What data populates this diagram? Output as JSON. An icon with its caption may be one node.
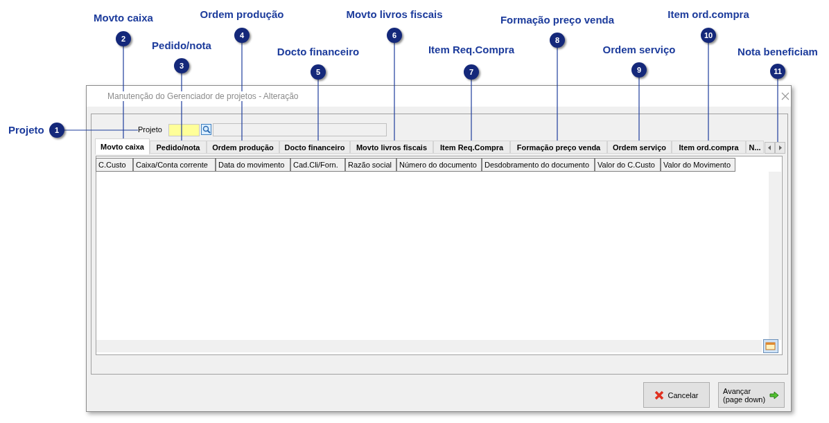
{
  "diagram": {
    "nodes": [
      {
        "text": [
          "Projeto",
          "1"
        ]
      },
      {
        "text": [
          "Movto caixa",
          "2"
        ]
      },
      {
        "text": [
          "Pedido/nota",
          "3"
        ]
      },
      {
        "text": [
          "Ordem produção",
          "4"
        ]
      },
      {
        "text": [
          "Docto financeiro",
          "5"
        ]
      },
      {
        "text": [
          "Movto livros fiscais",
          "6"
        ]
      },
      {
        "text": [
          "Item Req.Compra",
          "7"
        ]
      },
      {
        "text": [
          "Formação preço venda",
          "8"
        ]
      },
      {
        "text": [
          "Ordem serviço",
          "9"
        ]
      },
      {
        "text": [
          "Item ord.compra",
          "10"
        ]
      },
      {
        "text": [
          "Nota beneficiam",
          "11"
        ]
      },
      {
        "text": [
          "Manutenção do Gerenciador de projetos - Alteração"
        ]
      },
      {
        "text": [
          "Projeto"
        ],
        "in": 11
      },
      {
        "text": [
          "Movto caixa"
        ],
        "in": 11
      },
      {
        "text": [
          "Pedido/nota"
        ],
        "in": 11
      },
      {
        "text": [
          "Ordem produção"
        ],
        "in": 11
      },
      {
        "text": [
          "Docto financeiro"
        ],
        "in": 11
      },
      {
        "text": [
          "Movto livros fiscais"
        ],
        "in": 11
      },
      {
        "text": [
          "Item Req.Compra"
        ],
        "in": 11
      },
      {
        "text": [
          "Formação preço venda"
        ],
        "in": 11
      },
      {
        "text": [
          "Ordem serviço"
        ],
        "in": 11
      },
      {
        "text": [
          "Item ord.compra"
        ],
        "in": 11
      },
      {
        "text": [
          "N..."
        ],
        "in": 11
      },
      {
        "text": [],
        "shape": "box",
        "in": 11
      },
      {
        "text": [],
        "shape": "box",
        "in": 11
      },
      {
        "text": [
          "Cancelar"
        ],
        "in": 11
      },
      {
        "text": [
          "Avançar (page down)"
        ],
        "in": 11
      }
    ],
    "edges": [
      {
        "from": 0,
        "to": 12,
        "arrow": "none"
      },
      {
        "from": 1,
        "to": 13,
        "arrow": "none"
      },
      {
        "from": 2,
        "to": 14,
        "arrow": "none"
      },
      {
        "from": 3,
        "to": 15,
        "arrow": "none"
      },
      {
        "from": 4,
        "to": 16,
        "arrow": "none"
      },
      {
        "from": 5,
        "to": 17,
        "arrow": "none"
      },
      {
        "from": 6,
        "to": 18,
        "arrow": "none"
      },
      {
        "from": 7,
        "to": 19,
        "arrow": "none"
      },
      {
        "from": 8,
        "to": 20,
        "arrow": "none"
      },
      {
        "from": 9,
        "to": 21,
        "arrow": "none"
      },
      {
        "from": 10,
        "to": 24,
        "arrow": "none"
      }
    ],
    "labels": [
      "C.Custo",
      "Caixa/Conta corrente",
      "Data do movimento",
      "Cad.Cli/Forn.",
      "Razão social",
      "Número do documento",
      "Desdobramento do documento",
      "Valor do C.Custo",
      "Valor do Movimento"
    ]
  }
}
